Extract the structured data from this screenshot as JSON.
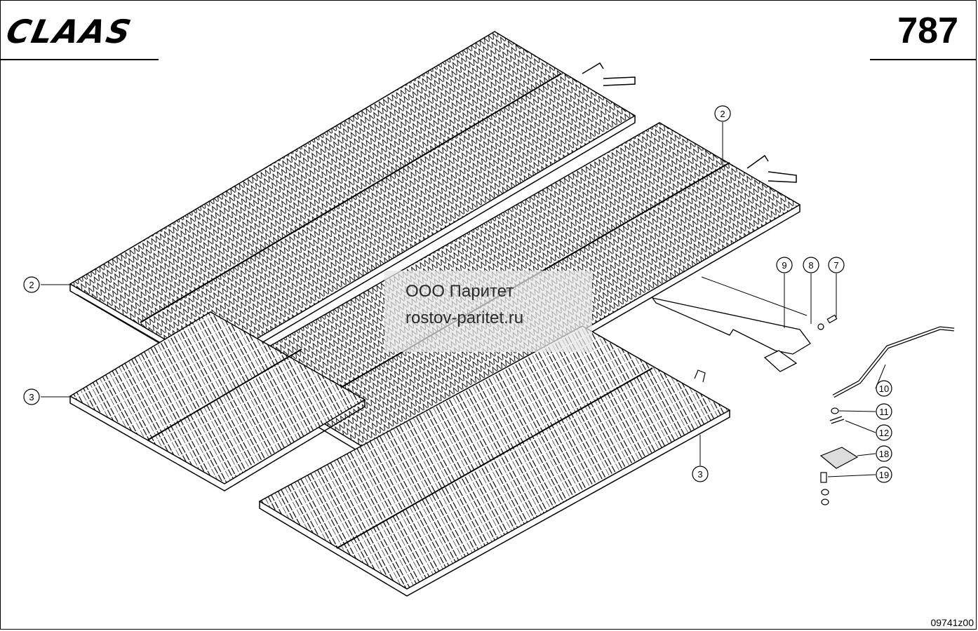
{
  "header": {
    "brand": "CLAAS",
    "page_number": "787"
  },
  "watermark": {
    "line1": "ООО Паритет",
    "line2": "rostov-paritet.ru"
  },
  "footer": {
    "drawing_code": "09741z00"
  },
  "callouts": [
    "2",
    "2",
    "3",
    "3",
    "7",
    "8",
    "9",
    "10",
    "11",
    "12",
    "18",
    "19"
  ]
}
